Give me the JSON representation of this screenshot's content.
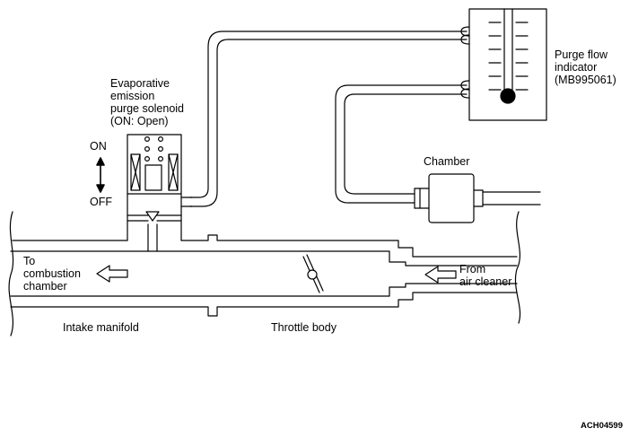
{
  "labels": {
    "solenoid": [
      "Evaporative",
      "emission",
      "purge solenoid",
      "(ON: Open)"
    ],
    "on": "ON",
    "off": "OFF",
    "indicator": [
      "Purge flow",
      "indicator",
      "(MB995061)"
    ],
    "chamber": "Chamber",
    "to_combustion": [
      "To",
      "combustion",
      "chamber"
    ],
    "from_air": [
      "From",
      "air cleaner"
    ],
    "intake_manifold": "Intake manifold",
    "throttle_body": "Throttle body",
    "figure_code": "ACH04599"
  },
  "colors": {
    "line": "#000000",
    "background": "#ffffff"
  },
  "icons": {
    "flow_left_arrow": "hollow-left-arrow",
    "on_off_arrow": "double-vertical-arrow",
    "throttle_valve": "butterfly-valve",
    "float_ball": "filled-ball"
  }
}
